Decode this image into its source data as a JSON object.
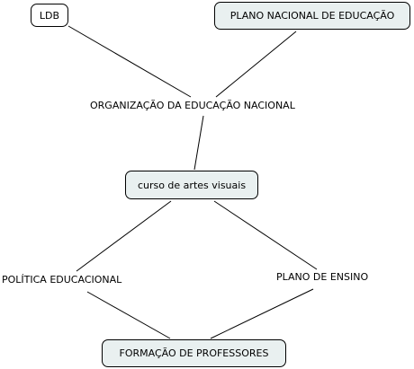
{
  "concept_map": {
    "nodes": {
      "ldb": "LDB",
      "plano_nacional": "PLANO NACIONAL DE EDUCAÇÃO",
      "curso": "curso de artes visuais",
      "formacao": "FORMAÇÃO DE PROFESSORES"
    },
    "linking_phrases": {
      "organizacao": "ORGANIZAÇÃO DA EDUCAÇÃO NACIONAL",
      "politica": "POLÍTICA EDUCACIONAL",
      "plano_ensino": "PLANO DE ENSINO"
    },
    "colors": {
      "node_fill": "#e9f0f0",
      "border": "#000000",
      "line": "#000000"
    }
  }
}
